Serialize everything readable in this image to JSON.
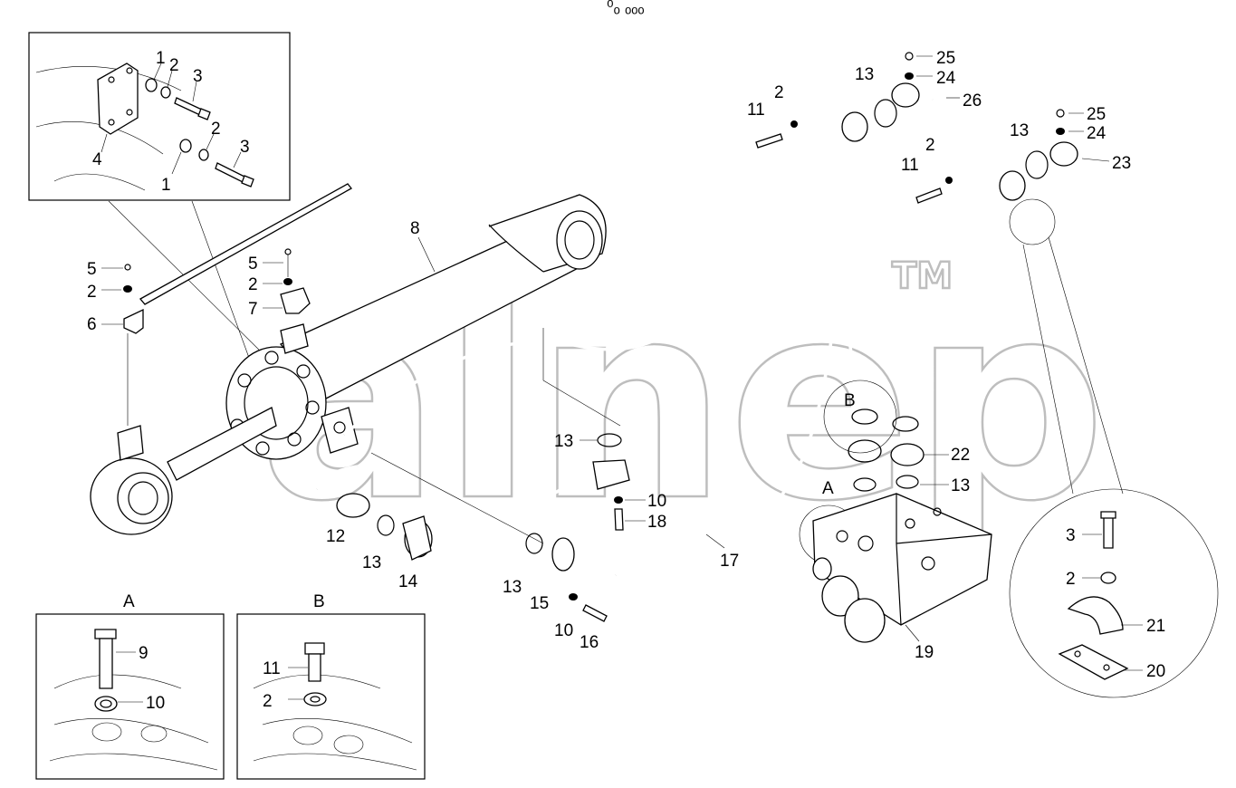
{
  "header": {
    "mark": "⁰ₒ ₒₒₒ"
  },
  "watermark": {
    "text": "alnep",
    "trademark": "TM"
  },
  "views": {
    "A": {
      "title": "A",
      "labels": [
        "9",
        "10"
      ]
    },
    "B": {
      "title": "B",
      "labels": [
        "11",
        "2"
      ]
    }
  },
  "callouts": {
    "A": "A",
    "B": "B"
  },
  "parts": {
    "p1a": "1",
    "p2a": "2",
    "p3a": "3",
    "p4": "4",
    "p2b": "2",
    "p3b": "3",
    "p1b": "1",
    "p5a": "5",
    "p2c": "2",
    "p6": "6",
    "p5b": "5",
    "p2d": "2",
    "p7": "7",
    "p8": "8",
    "p11a": "11",
    "p2e": "2",
    "p13a": "13",
    "p25a": "25",
    "p24a": "24",
    "p26": "26",
    "p13b": "13",
    "p25b": "25",
    "p24b": "24",
    "p23": "23",
    "p11b": "11",
    "p2f": "2",
    "p13c": "13",
    "p10a": "10",
    "p18": "18",
    "p12": "12",
    "p13d": "13",
    "p14": "14",
    "p13e": "13",
    "p15": "15",
    "p10b": "10",
    "p16": "16",
    "p17": "17",
    "p22": "22",
    "p13f": "13",
    "p19": "19",
    "p3c": "3",
    "p2g": "2",
    "p21": "21",
    "p20": "20"
  }
}
